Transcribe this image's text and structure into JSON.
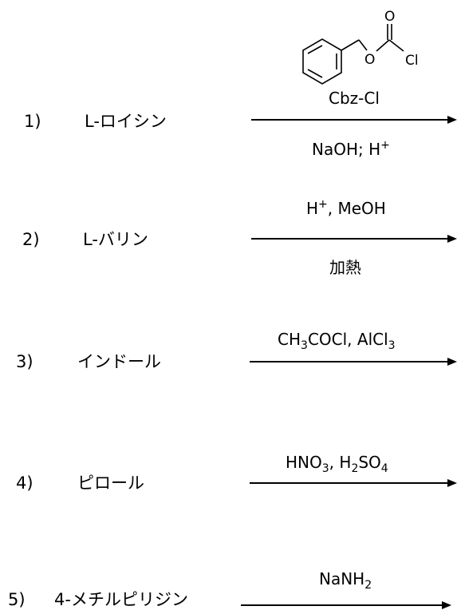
{
  "reactions": [
    {
      "number": "1)",
      "substrate": "L-ロイシン",
      "above": "Cbz-Cl",
      "below": "NaOH; H+"
    },
    {
      "number": "2)",
      "substrate": "L-バリン",
      "above": "H+, MeOH",
      "below": "加熱"
    },
    {
      "number": "3)",
      "substrate": "インドール",
      "above": "CH3COCl, AlCl3",
      "below": ""
    },
    {
      "number": "4)",
      "substrate": "ピロール",
      "above": "HNO3, H2SO4",
      "below": ""
    },
    {
      "number": "5)",
      "substrate": "4-メチルピリジン",
      "above": "NaNH2",
      "below": ""
    }
  ],
  "structure_atoms": {
    "o_carbonyl": "O",
    "o_ether": "O",
    "cl": "Cl"
  }
}
